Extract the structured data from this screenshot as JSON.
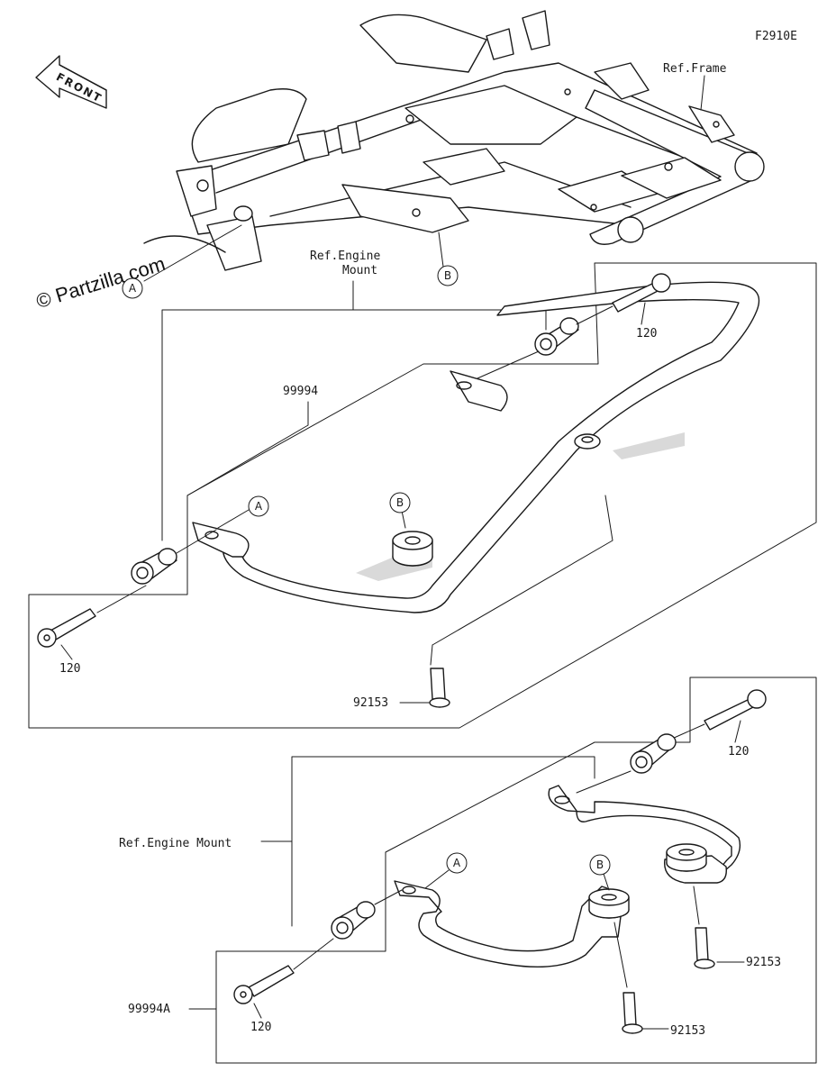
{
  "diagram": {
    "code": "F2910E",
    "watermark": "© Partzilla.com",
    "front_label": "FRONT",
    "ref_frame": "Ref.Frame",
    "ref_engine_mount_top_line1": "Ref.Engine",
    "ref_engine_mount_top_line2": "Mount",
    "ref_engine_mount_bottom": "Ref.Engine Mount",
    "callouts": {
      "a": "A",
      "b": "B"
    },
    "parts": {
      "bolt": "120",
      "assembly_upper": "99994",
      "assembly_lower": "99994A",
      "screw": "92153"
    }
  }
}
